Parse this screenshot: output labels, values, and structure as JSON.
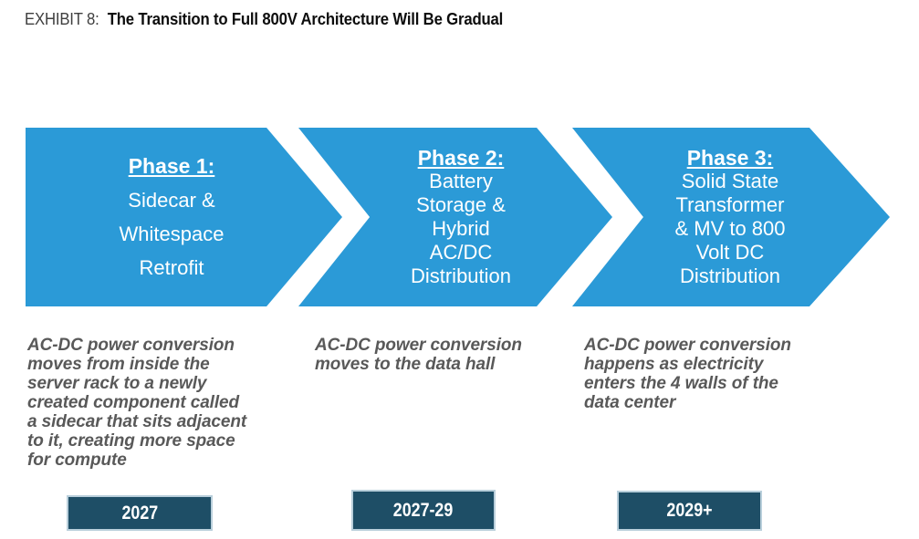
{
  "page": {
    "exhibit_label": "EXHIBIT 8:",
    "title": "The Transition to Full 800V Architecture Will Be Gradual"
  },
  "colors": {
    "arrow_blue": "#2b9ad7",
    "arrow_text_white": "#ffffff",
    "year_box_bg": "#1e4e66",
    "year_box_border": "#b9cfdb",
    "description_gray": "#595959",
    "title_black": "#0d0d0d",
    "exhibit_label_gray": "#3f3f3f",
    "background": "#ffffff"
  },
  "phases": [
    {
      "heading": "Phase 1:",
      "lines": [
        "Sidecar &",
        "Whitespace",
        "Retrofit"
      ],
      "description_lines": [
        "AC-DC power conversion",
        "moves from inside the",
        "server rack to a newly",
        "created component called",
        "a sidecar that sits adjacent",
        "to it, creating more space",
        "for compute"
      ],
      "year": "2027"
    },
    {
      "heading": "Phase 2:",
      "lines": [
        "Battery",
        "Storage &",
        "Hybrid",
        "AC/DC",
        "Distribution"
      ],
      "description_lines": [
        "AC-DC power conversion",
        "moves to the data hall"
      ],
      "year": "2027-29"
    },
    {
      "heading": "Phase 3:",
      "lines": [
        "Solid State",
        "Transformer",
        "& MV to 800",
        "Volt DC",
        "Distribution"
      ],
      "description_lines": [
        "AC-DC power conversion",
        "happens as electricity",
        "enters the 4 walls of the",
        "data center"
      ],
      "year": "2029+"
    }
  ]
}
